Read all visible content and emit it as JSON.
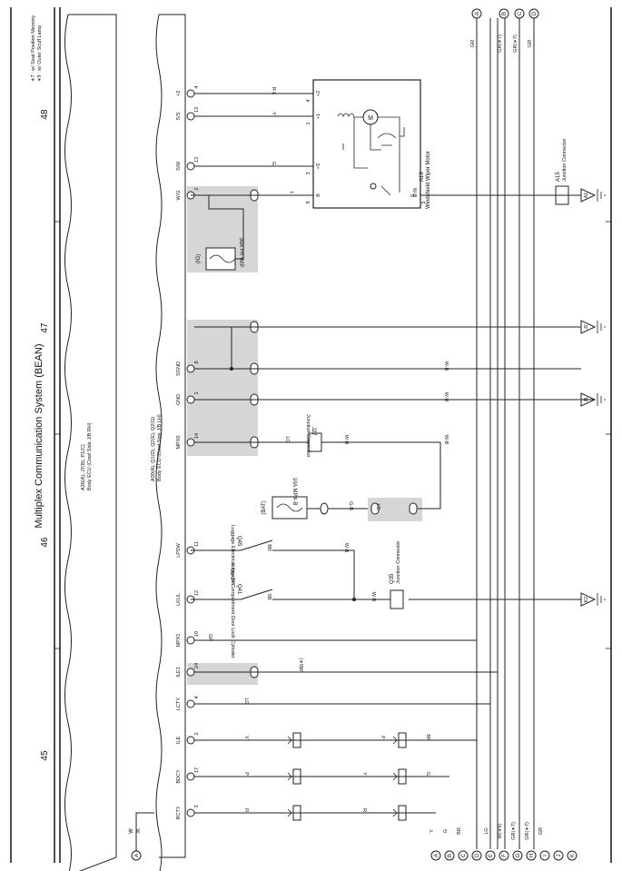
{
  "title": "Multiplex Communication System (BEAN)",
  "page_numbers": [
    "45",
    "46",
    "47",
    "48"
  ],
  "footnotes": [
    "∗7 : w/ Seat Position Memory",
    "∗9 : w/ Outer Scuff Lamp"
  ],
  "ecu_labels": {
    "right": [
      "A30(A), J7(B), P1(C)",
      "Body ECU (Cowl Side J/B RH)"
    ],
    "left": [
      "A30(A), Q1(D), Q2(E), Q2(G)",
      "Body ECU (Cowl Side J/B LH)"
    ]
  },
  "terminals": [
    {
      "name": "+2",
      "pin": "4"
    },
    {
      "name": "S/S",
      "pin": "13"
    },
    {
      "name": "S/M",
      "pin": "13"
    },
    {
      "name": "W/G",
      "pin": "2"
    },
    {
      "name": "SGND",
      "pin": "8"
    },
    {
      "name": "GND",
      "pin": "1"
    },
    {
      "name": "MPX0",
      "pin": "14"
    },
    {
      "name": "LPSW",
      "pin": "11"
    },
    {
      "name": "LKUL",
      "pin": "12"
    },
    {
      "name": "MPX1",
      "pin": "10"
    },
    {
      "name": "ILE1",
      "pin": "24"
    },
    {
      "name": "LCTY",
      "pin": "4"
    },
    {
      "name": "ILE",
      "pin": "2"
    },
    {
      "name": "BDCY",
      "pin": "17"
    },
    {
      "name": "RCTY",
      "pin": "3"
    }
  ],
  "wiper_motor": {
    "id": "A19",
    "label": "Windshield Wiper Motor",
    "terminals": [
      "+2",
      "+1",
      "+S",
      "B",
      "E"
    ],
    "pins": [
      "4",
      "1",
      "3",
      "8",
      "5"
    ]
  },
  "fuses": [
    {
      "label": "30A FR WIP",
      "tag": "(IG)"
    },
    {
      "label": "10A MPX-B",
      "tag": "(BAT)"
    }
  ],
  "switches": [
    {
      "id": "Q45",
      "label": "Luggage Electrical Key SW"
    },
    {
      "id": "Q41",
      "label": "Luggage Compartment Door Lock Cylinder"
    }
  ],
  "junctions": [
    {
      "id": "A15",
      "label": "Junction Connector"
    },
    {
      "id": "J27",
      "label": "Junction Connector"
    },
    {
      "id": "Q35",
      "label": "Junction Connector"
    }
  ],
  "grounds": [
    "A1",
    "J2",
    "J1",
    "K2"
  ],
  "connectors": [
    "3E",
    "3E",
    "3E",
    "3E",
    "EB2",
    "2G",
    "3C",
    "3E",
    "LC7",
    "IP1",
    "FR1"
  ],
  "wire_colors": [
    "R-L",
    "Y",
    "G",
    "L",
    "W-B",
    "W-B",
    "W-B",
    "W-B",
    "LG",
    "LG",
    "G-B",
    "BR",
    "W-B",
    "SB",
    "W-B",
    "GR",
    "W",
    "(∗9)",
    "LG",
    "V",
    "P",
    "BR",
    "P",
    "Y",
    "G",
    "R",
    "R",
    "W",
    "W-B"
  ],
  "bottom_wire_colors": [
    "Y",
    "G",
    "BR",
    "LG",
    "W(∗9)",
    "GR(∗7)",
    "GR(∗7)",
    "GR"
  ],
  "top_wire_colors": [
    "GR",
    "GR(∗7)",
    "GR(∗7)",
    "GR"
  ],
  "bottom_refs": [
    "A",
    "B",
    "C",
    "D",
    "E",
    "F",
    "G",
    "H",
    "I",
    "J",
    "K"
  ],
  "top_refs": [
    "A",
    "B",
    "C",
    "D"
  ],
  "left_wire_color": "W",
  "left_ref": "A"
}
